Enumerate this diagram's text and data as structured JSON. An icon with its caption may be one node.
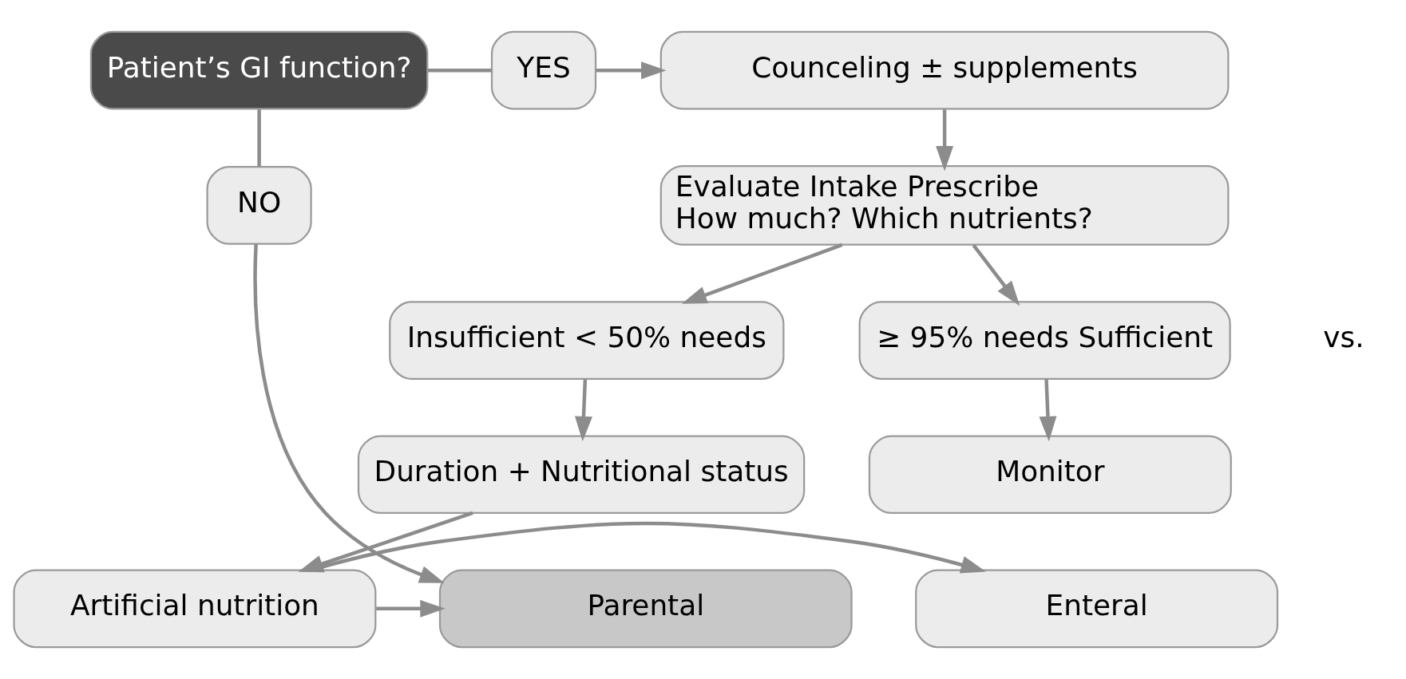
{
  "diagram": {
    "nodes": [
      {
        "text": [
          "Patient’s GI function?"
        ]
      },
      {
        "text": [
          "YES"
        ]
      },
      {
        "text": [
          "Counceling ± supplements"
        ]
      },
      {
        "text": [
          "NO"
        ]
      },
      {
        "text": [
          "Evaluate Intake Prescribe",
          "How much? Which nutrients?"
        ]
      },
      {
        "text": [
          "Insufficient < 50% needs"
        ]
      },
      {
        "text": [
          "≥ 95% needs Sufficient"
        ]
      },
      {
        "text": [
          "Duration + Nutritional status"
        ]
      },
      {
        "text": [
          "Monitor"
        ]
      },
      {
        "text": [
          "Parental"
        ]
      },
      {
        "text": [
          "Artificial nutrition"
        ]
      },
      {
        "text": [
          "Enteral"
        ]
      }
    ],
    "edges": [
      {
        "from": 0,
        "to": 1,
        "arrow": "none"
      },
      {
        "from": 1,
        "to": 2,
        "arrow": "to"
      },
      {
        "from": 2,
        "to": 4,
        "arrow": "to"
      },
      {
        "from": 0,
        "to": 3,
        "arrow": "none"
      },
      {
        "from": 3,
        "to": 9,
        "arrow": "to"
      },
      {
        "from": 4,
        "to": 5,
        "arrow": "to"
      },
      {
        "from": 4,
        "to": 6,
        "arrow": "to"
      },
      {
        "from": 5,
        "to": 7,
        "arrow": "to"
      },
      {
        "from": 6,
        "to": 8,
        "arrow": "to"
      },
      {
        "from": 7,
        "to": 10,
        "arrow": "to"
      },
      {
        "from": 10,
        "to": 9,
        "arrow": "to"
      },
      {
        "from": 10,
        "to": 11,
        "arrow": "to"
      }
    ],
    "labels": [
      "vs."
    ]
  }
}
